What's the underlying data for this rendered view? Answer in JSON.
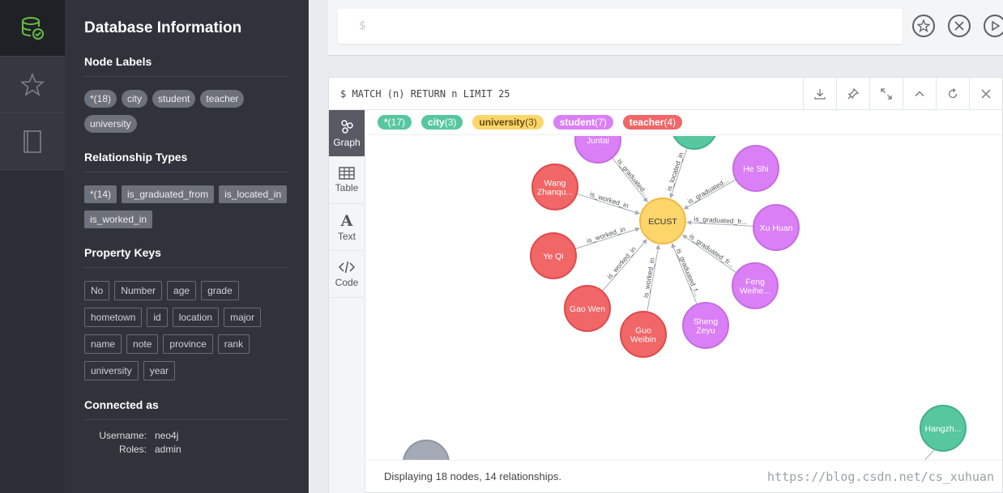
{
  "rail": {
    "items": [
      {
        "icon": "database-icon",
        "state": "active"
      },
      {
        "icon": "star-icon",
        "state": "normal"
      },
      {
        "icon": "book-icon",
        "state": "normal"
      }
    ]
  },
  "drawer": {
    "title": "Database Information",
    "node_labels": {
      "title": "Node Labels",
      "items": [
        "*(18)",
        "city",
        "student",
        "teacher",
        "university"
      ]
    },
    "relationship_types": {
      "title": "Relationship Types",
      "items": [
        "*(14)",
        "is_graduated_from",
        "is_located_in",
        "is_worked_in"
      ]
    },
    "property_keys": {
      "title": "Property Keys",
      "items": [
        "No",
        "Number",
        "age",
        "grade",
        "hometown",
        "id",
        "location",
        "major",
        "name",
        "note",
        "province",
        "rank",
        "university",
        "year"
      ]
    },
    "connected_as": {
      "title": "Connected as",
      "username_label": "Username:",
      "username": "neo4j",
      "roles_label": "Roles:",
      "roles": "admin"
    }
  },
  "editor": {
    "prompt": "$",
    "buttons": [
      "star-icon",
      "close-icon",
      "play-icon"
    ]
  },
  "frame": {
    "query": "$ MATCH (n) RETURN n LIMIT 25",
    "tools": [
      "download-icon",
      "pin-icon",
      "expand-icon",
      "collapse-icon",
      "rerun-icon",
      "close-icon"
    ],
    "tabs": [
      {
        "label": "Graph",
        "active": true
      },
      {
        "label": "Table",
        "active": false
      },
      {
        "label": "Text",
        "active": false
      },
      {
        "label": "Code",
        "active": false
      }
    ],
    "legend": [
      {
        "name": "*",
        "count": "(17)",
        "bg": "#57c7a0",
        "fg": "#ffffff"
      },
      {
        "name": "city",
        "count": "(3)",
        "bg": "#57c7a0",
        "fg": "#ffffff"
      },
      {
        "name": "university",
        "count": "(3)",
        "bg": "#fcd56b",
        "fg": "#604a0e"
      },
      {
        "name": "student",
        "count": "(7)",
        "bg": "#da7ff5",
        "fg": "#ffffff"
      },
      {
        "name": "teacher",
        "count": "(4)",
        "bg": "#f16667",
        "fg": "#ffffff"
      }
    ],
    "status": "Displaying 18 nodes, 14 relationships.",
    "watermark": "https://blog.csdn.net/cs_xuhuan"
  },
  "graph": {
    "colors": {
      "teacher": "#f16667",
      "student": "#da7ff5",
      "university": "#fcd56b",
      "city": "#57c7a0",
      "unknown": "#a5abb6"
    },
    "center": {
      "label": "ECUST",
      "kind": "university"
    },
    "nodes": [
      {
        "label": "Juntai",
        "kind": "student",
        "rel": "is_graduated..."
      },
      {
        "label": "Wang\nZhanqu...",
        "kind": "teacher",
        "rel": "is_worked_in"
      },
      {
        "label": "Ye Qi",
        "kind": "teacher",
        "rel": "is_worked_in"
      },
      {
        "label": "Gao Wen",
        "kind": "teacher",
        "rel": "is_worked_in"
      },
      {
        "label": "Guo\nWeibin",
        "kind": "teacher",
        "rel": "is_worked_in"
      },
      {
        "label": "Sheng\nZeyu",
        "kind": "student",
        "rel": "is_graduated_f..."
      },
      {
        "label": "Feng\nWeihe...",
        "kind": "student",
        "rel": "is_graduated_fr..."
      },
      {
        "label": "Xu Huan",
        "kind": "student",
        "rel": "is_graduated_fr..."
      },
      {
        "label": "He Shi",
        "kind": "student",
        "rel": "is_graduated..."
      },
      {
        "label": "",
        "kind": "city",
        "rel": "is_located_in"
      }
    ],
    "extra_nodes": [
      {
        "label": "Hangzh...",
        "kind": "city"
      },
      {
        "label": "",
        "kind": "unknown"
      }
    ]
  }
}
